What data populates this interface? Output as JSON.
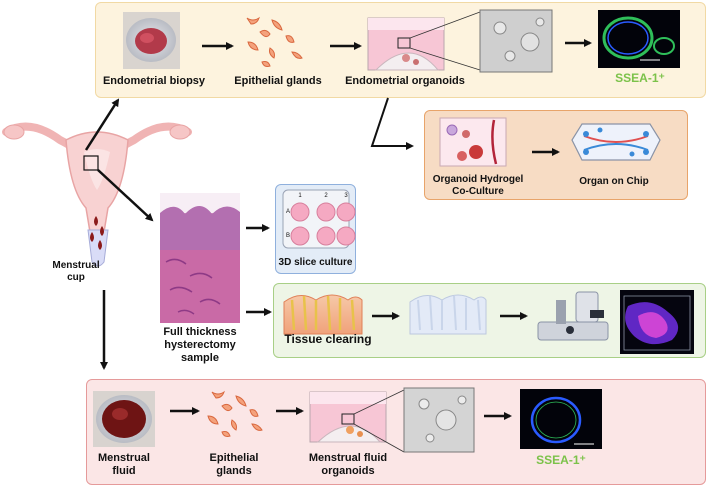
{
  "top_row": {
    "biopsy_label": "Endometrial biopsy",
    "glands_label": "Epithelial glands",
    "organoids_label": "Endometrial organoids",
    "marker": "SSEA-1⁺"
  },
  "chip_box": {
    "hydrogel_label_1": "Organoid Hydrogel",
    "hydrogel_label_2": "Co-Culture",
    "chip_label": "Organ on Chip"
  },
  "left": {
    "cup_label_1": "Menstrual",
    "cup_label_2": "cup"
  },
  "middle": {
    "hyst_label_1": "Full thickness",
    "hyst_label_2": "hysterectomy",
    "hyst_label_3": "sample",
    "slice_label": "3D slice culture",
    "clearing_label": "Tissue clearing",
    "plate_cols": [
      "1",
      "2",
      "3"
    ],
    "plate_rows": [
      "A",
      "B"
    ]
  },
  "bottom_row": {
    "fluid_label_1": "Menstrual",
    "fluid_label_2": "fluid",
    "glands_label_1": "Epithelial",
    "glands_label_2": "glands",
    "organoids_label_1": "Menstrual fluid",
    "organoids_label_2": "organoids",
    "marker": "SSEA-1⁺"
  },
  "colors": {
    "top_panel_fill": "#fdf3de",
    "top_panel_border": "#f1d9a4",
    "chip_panel_fill": "#f7dcc4",
    "chip_panel_border": "#e8a46a",
    "slice_panel_fill": "#e3ecf7",
    "slice_panel_border": "#8fb0dd",
    "clear_panel_fill": "#eef5e6",
    "clear_panel_border": "#a8cf86",
    "bottom_panel_fill": "#fbe6e6",
    "bottom_panel_border": "#e59a9a",
    "marker_green": "#7cc24a"
  }
}
